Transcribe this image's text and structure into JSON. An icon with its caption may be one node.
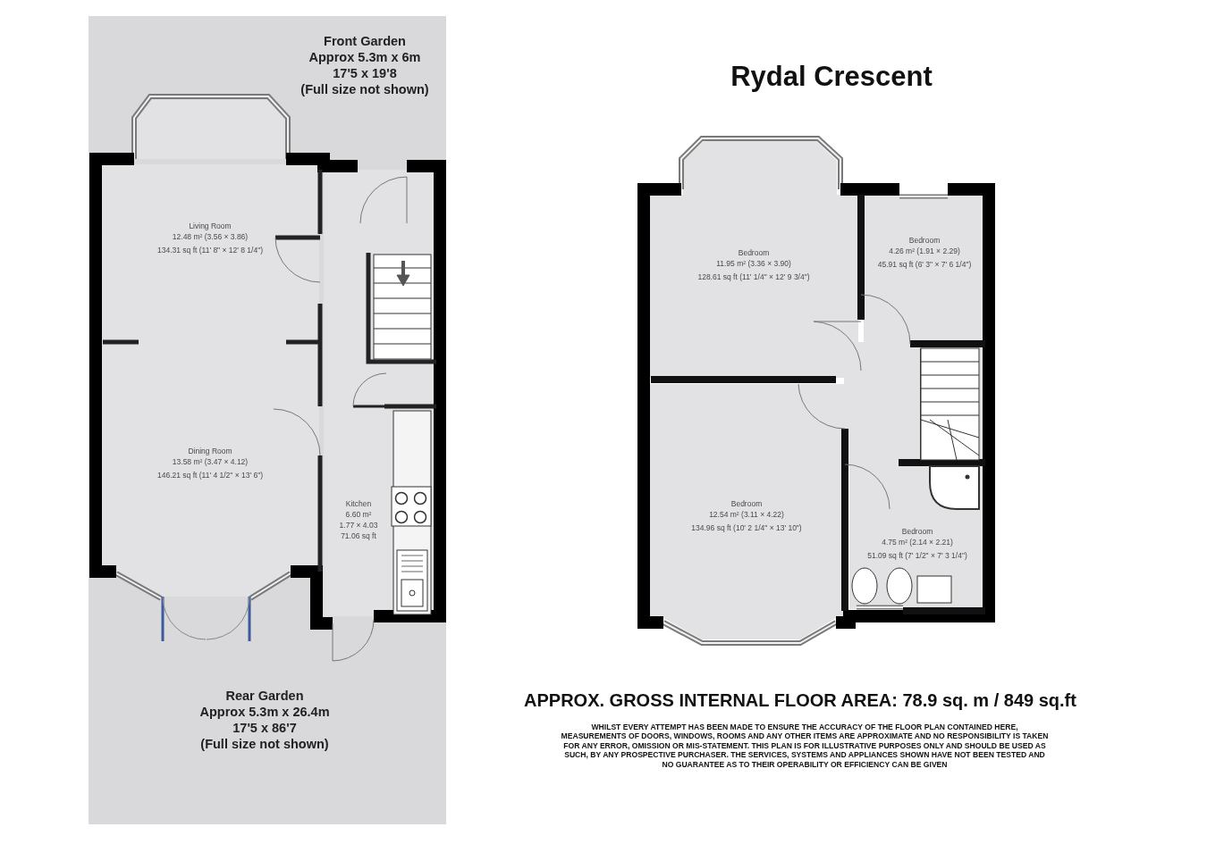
{
  "diagram": {
    "title": "Rydal Crescent",
    "nodes": [
      {
        "text": [
          "Front Garden",
          "Approx 5.3m x 6m",
          "17'5 x 19'8",
          "(Full size not shown)",
          "Rear Garden",
          "Approx 5.3m x 26.4m",
          "17'5 x 86'7",
          "(Full size not shown)"
        ]
      },
      {
        "text": [
          "Living Room",
          "12.48 m² (3.56 × 3.86)",
          "134.31 sq ft (11' 8\" × 12' 8 1/4\")"
        ],
        "in": 0
      },
      {
        "text": [
          "Dining Room",
          "13.58 m² (3.47 × 4.12)",
          "146.21 sq ft (11' 4 1/2\" × 13' 6\")"
        ],
        "in": 0
      },
      {
        "text": [
          "Kitchen",
          "6.60 m²",
          "1.77 × 4.03",
          "71.06 sq ft"
        ],
        "in": 0
      },
      {
        "text": [
          "Bedroom",
          "11.95 m² (3.36 × 3.90)",
          "128.61 sq ft (11' 1/4\" × 12' 9 3/4\")"
        ]
      },
      {
        "text": [
          "Bedroom",
          "4.26 m² (1.91 × 2.29)",
          "45.91 sq ft (6' 3\" × 7' 6 1/4\")"
        ]
      },
      {
        "text": [
          "Bedroom",
          "12.54 m² (3.11 × 4.22)",
          "134.96 sq ft (10' 2 1/4\" × 13' 10\")"
        ]
      },
      {
        "text": [
          "Bedroom",
          "4.75 m² (2.14 × 2.21)",
          "51.09 sq ft (7' 1/2\" × 7' 3 1/4\")"
        ]
      }
    ],
    "labels": [
      "APPROX. GROSS INTERNAL FLOOR AREA: 78.9 sq. m / 849 sq.ft",
      "WHILST EVERY ATTEMPT HAS BEEN MADE TO ENSURE THE ACCURACY OF THE FLOOR PLAN CONTAINED HERE, MEASUREMENTS OF DOORS, WINDOWS, ROOMS AND ANY OTHER ITEMS ARE APPROXIMATE AND NO RESPONSIBILITY IS TAKEN FOR ANY ERROR, OMISSION OR MIS-STATEMENT. THIS PLAN IS FOR ILLUSTRATIVE PURPOSES ONLY AND SHOULD BE USED AS SUCH, BY ANY PROSPECTIVE PURCHASER. THE SERVICES, SYSTEMS AND APPLIANCES SHOWN HAVE NOT BEEN TESTED AND NO GUARANTEE AS TO THEIR OPERABILITY OR EFFICIENCY CAN BE GIVEN"
    ]
  }
}
